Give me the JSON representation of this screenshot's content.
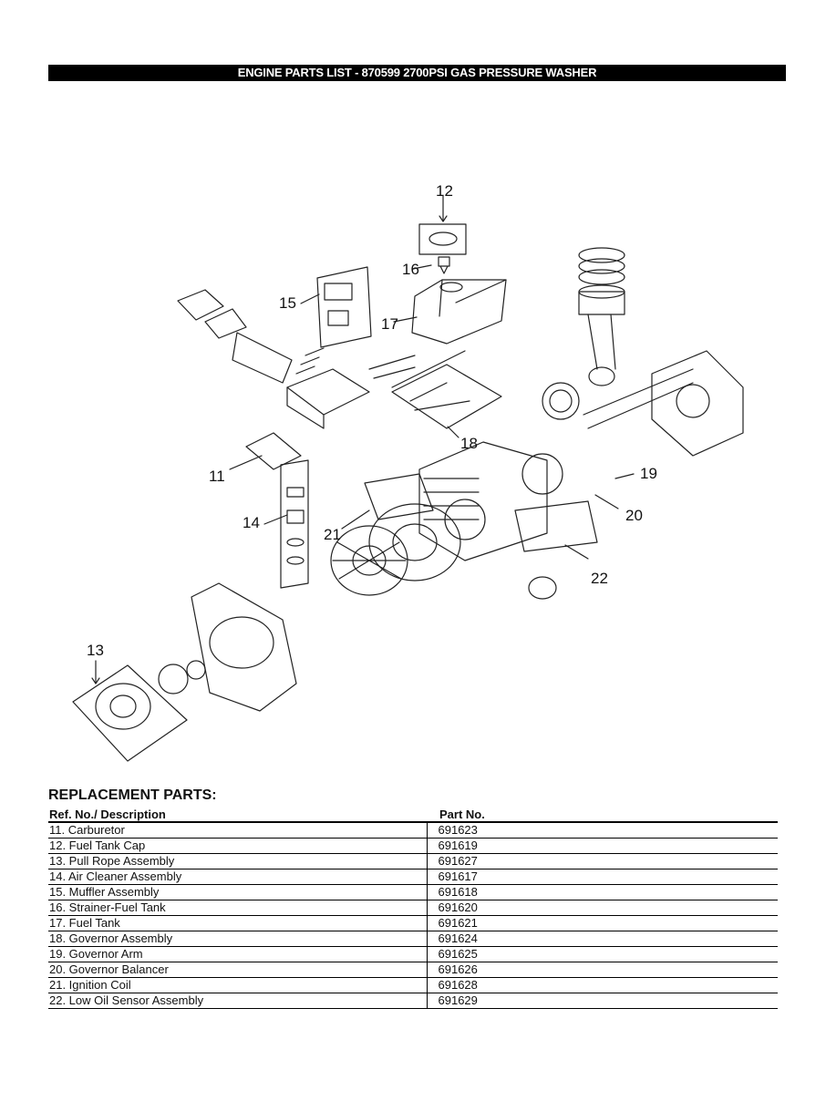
{
  "header": {
    "title": "ENGINE PARTS LIST - 870599 2700PSI GAS PRESSURE WASHER"
  },
  "diagram": {
    "callouts": [
      "12",
      "16",
      "15",
      "17",
      "18",
      "11",
      "19",
      "14",
      "21",
      "20",
      "22",
      "13"
    ]
  },
  "parts": {
    "heading": "REPLACEMENT PARTS:",
    "columns": {
      "description": "Ref. No./ Description",
      "part_no": "Part No."
    },
    "rows": [
      {
        "description": "11.  Carburetor",
        "part_no": "691623"
      },
      {
        "description": "12. Fuel Tank Cap",
        "part_no": "691619"
      },
      {
        "description": "13. Pull Rope Assembly",
        "part_no": "691627"
      },
      {
        "description": "14. Air Cleaner Assembly",
        "part_no": "691617"
      },
      {
        "description": "15. Muffler Assembly",
        "part_no": "691618"
      },
      {
        "description": "16. Strainer-Fuel Tank",
        "part_no": "691620"
      },
      {
        "description": "17. Fuel Tank",
        "part_no": "691621"
      },
      {
        "description": "18. Governor Assembly",
        "part_no": "691624"
      },
      {
        "description": "19.  Governor Arm",
        "part_no": "691625"
      },
      {
        "description": "20. Governor Balancer",
        "part_no": "691626"
      },
      {
        "description": "21. Ignition Coil",
        "part_no": "691628"
      },
      {
        "description": "22.  Low Oil Sensor Assembly",
        "part_no": "691629"
      }
    ]
  }
}
